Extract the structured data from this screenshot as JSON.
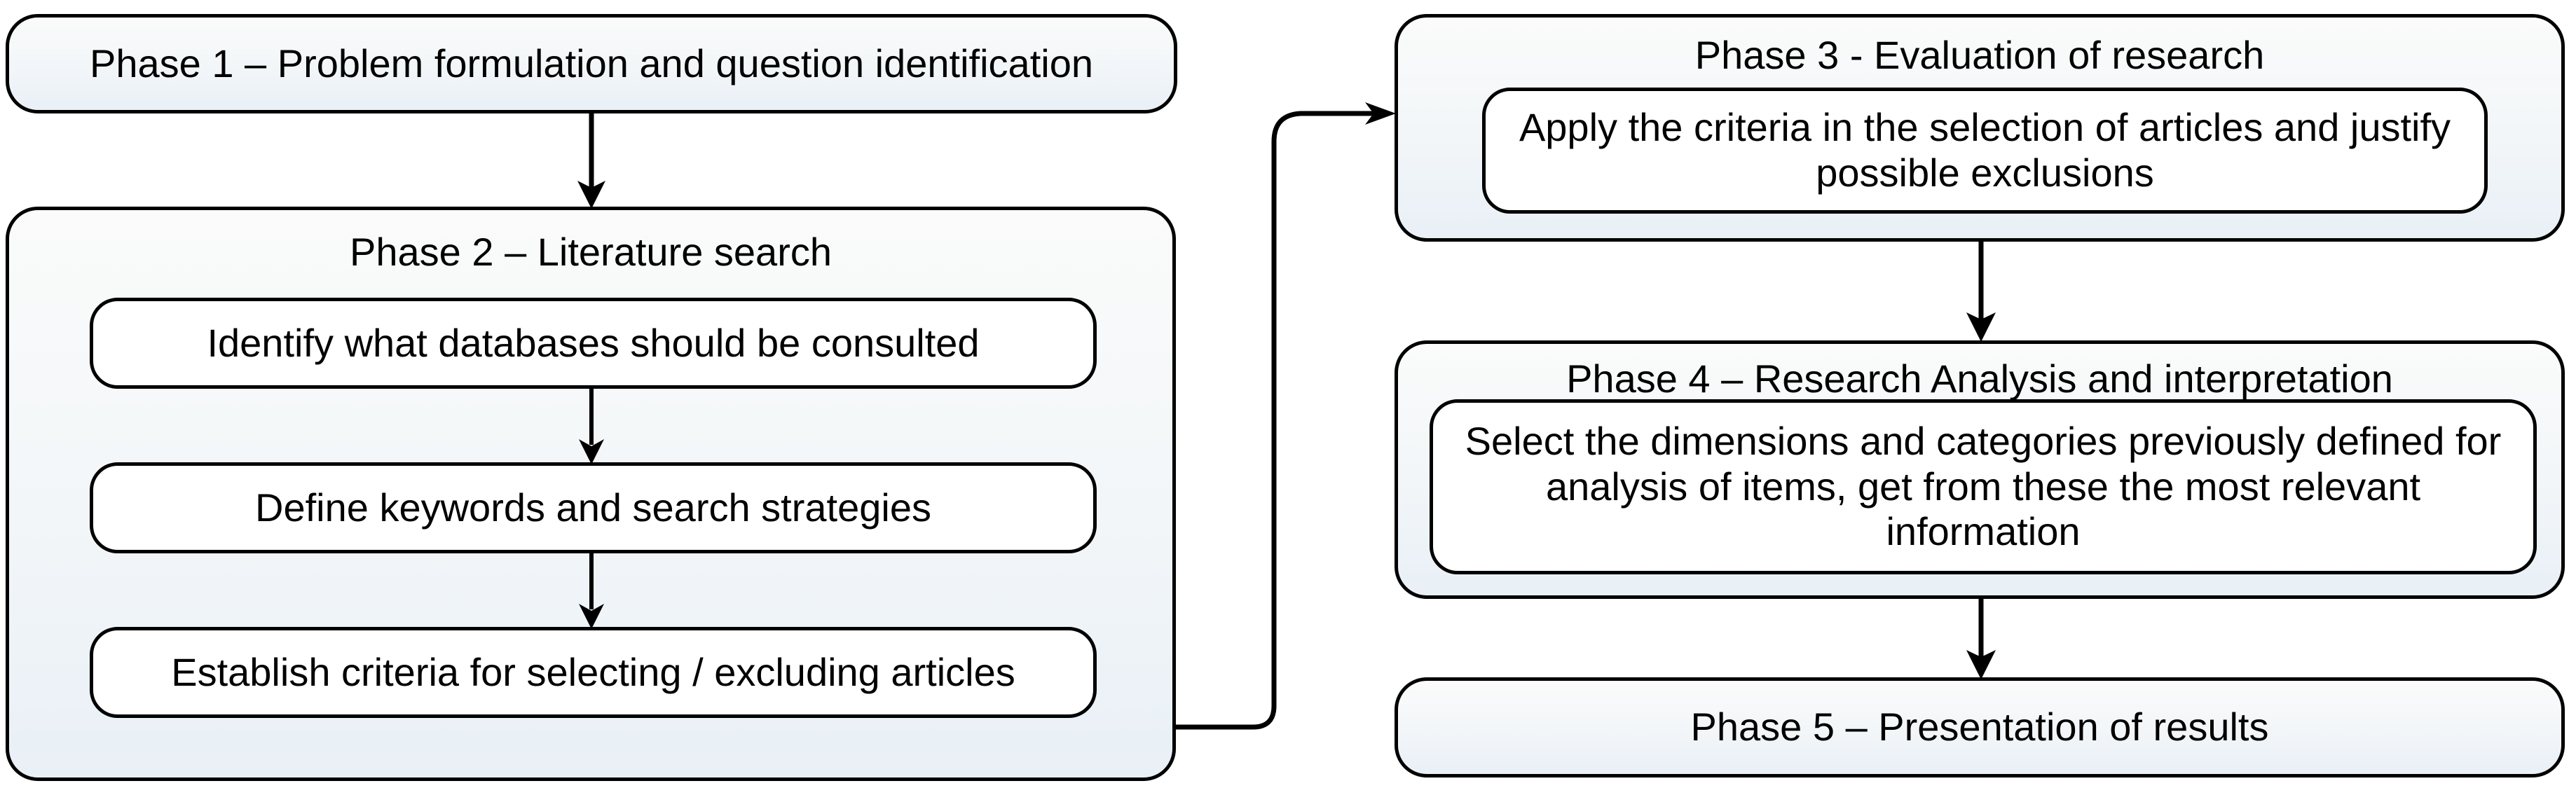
{
  "diagram": {
    "title": "Literature review process phases",
    "background_color": "#ffffff",
    "line_color": "#000000",
    "box_fill_top": "#fafbfa",
    "box_fill_bottom": "#e9f0f6",
    "leaf_fill": "#ffffff"
  },
  "nodes": {
    "phase1": {
      "label": "Phase 1 – Problem formulation and question identification"
    },
    "phase2": {
      "title": "Phase 2 – Literature search",
      "steps": [
        {
          "label": "Identify what databases should be consulted"
        },
        {
          "label": "Define keywords and search strategies"
        },
        {
          "label": "Establish criteria for selecting / excluding articles"
        }
      ]
    },
    "phase3": {
      "title": "Phase 3 - Evaluation of research",
      "steps": [
        {
          "label": "Apply the criteria in the selection of articles and justify possible exclusions"
        }
      ]
    },
    "phase4": {
      "title": "Phase 4 – Research Analysis and interpretation",
      "steps": [
        {
          "label": "Select the dimensions and categories previously defined for analysis of items, get from these the most relevant information"
        }
      ]
    },
    "phase5": {
      "label": "Phase 5 – Presentation of results"
    }
  },
  "connectors": [
    {
      "name": "phase1-to-phase2",
      "from": "phase1",
      "to": "phase2",
      "kind": "straight-down",
      "arrow": "end"
    },
    {
      "name": "phase2-step1-to-step2",
      "from": "phase2.step1",
      "to": "phase2.step2",
      "kind": "straight-down",
      "arrow": "end"
    },
    {
      "name": "phase2-step2-to-step3",
      "from": "phase2.step2",
      "to": "phase2.step3",
      "kind": "straight-down",
      "arrow": "end"
    },
    {
      "name": "phase2-to-phase3",
      "from": "phase2",
      "to": "phase3",
      "kind": "elbow-right-up",
      "arrow": "end"
    },
    {
      "name": "phase3-to-phase4",
      "from": "phase3",
      "to": "phase4",
      "kind": "straight-down",
      "arrow": "end"
    },
    {
      "name": "phase4-to-phase5",
      "from": "phase4",
      "to": "phase5",
      "kind": "straight-down",
      "arrow": "end"
    }
  ]
}
